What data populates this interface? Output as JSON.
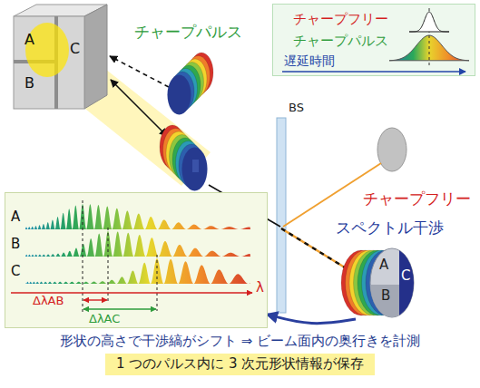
{
  "diagram": {
    "caption": "形状の高さで干渉縞がシフト ⇒ ビーム面内の奥行きを計測",
    "nodes": [
      {
        "text": [
          "A",
          "B",
          "C"
        ]
      },
      {
        "text": [
          "チャープフリー",
          "チャープパルス",
          "遅延時間"
        ]
      },
      {
        "text": [
          "A",
          "B",
          "C",
          "ΔλAB",
          "ΔλAC",
          "λ"
        ]
      },
      {
        "text": [
          "A",
          "B",
          "C"
        ]
      },
      {
        "text": [
          "1 つのパルス内に 3 次元形状情報が保存"
        ]
      }
    ],
    "edges": [
      {
        "from": 3,
        "to": 2,
        "arrow": "to"
      }
    ],
    "labels": [
      "チャープパルス",
      "BS",
      "チャープフリー",
      "スペクトル干渉"
    ]
  }
}
